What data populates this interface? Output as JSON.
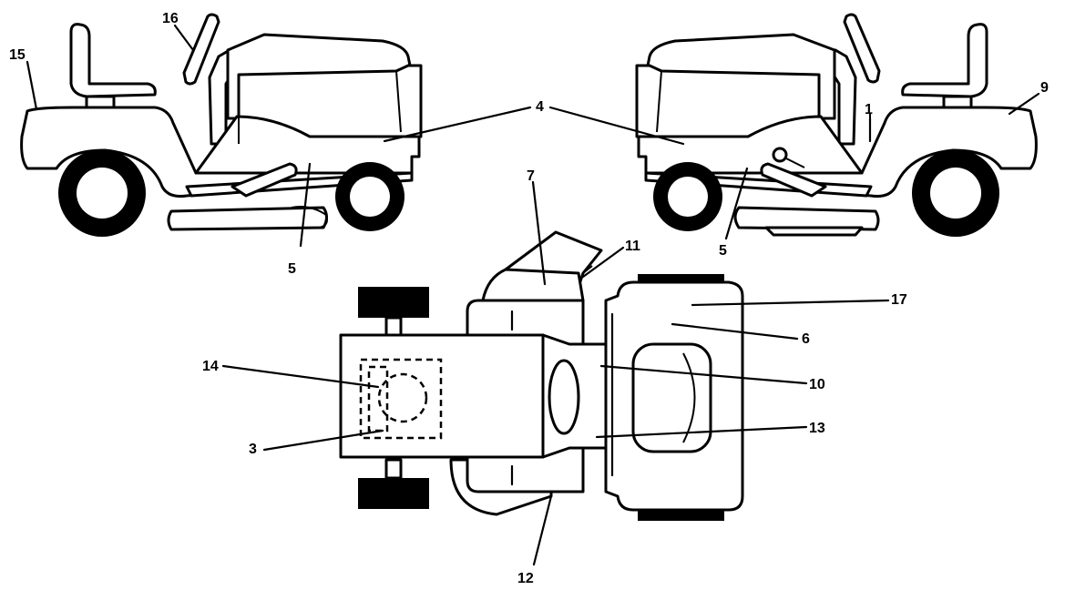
{
  "labels": {
    "l15": "15",
    "l16": "16",
    "l4": "4",
    "l5_left": "5",
    "l5_right": "5",
    "l1": "1",
    "l9": "9",
    "l7": "7",
    "l11": "11",
    "l17": "17",
    "l6": "6",
    "l14": "14",
    "l10": "10",
    "l3": "3",
    "l13": "13",
    "l12": "12"
  },
  "colors": {
    "ink": "#000000",
    "paper": "#ffffff"
  }
}
